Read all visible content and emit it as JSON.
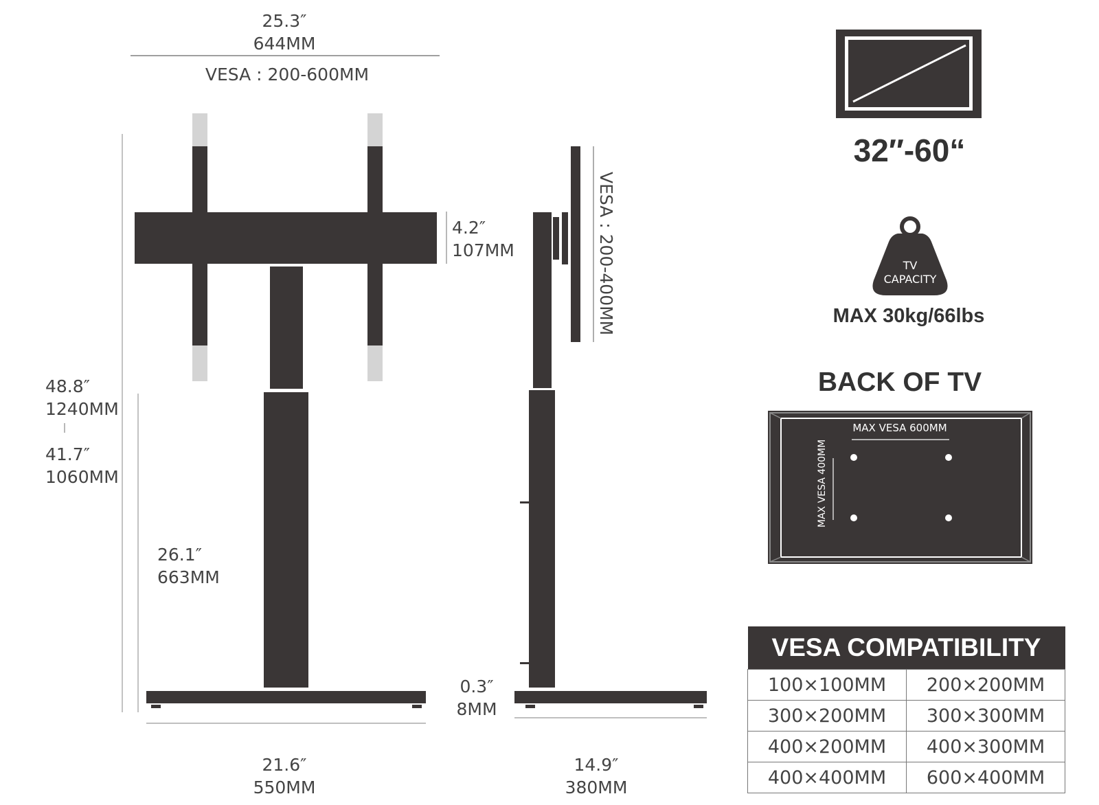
{
  "dimensions": {
    "top_width_in": "25.3″",
    "top_width_mm": "644MM",
    "vesa_range": "VESA : 200-600MM",
    "bracket_height_in": "4.2″",
    "bracket_height_mm": "107MM",
    "side_vesa_range": "VESA : 200-400MM",
    "total_height_max_in": "48.8″",
    "total_height_max_mm": "1240MM",
    "total_height_min_in": "41.7″",
    "total_height_min_mm": "1060MM",
    "column_height_in": "26.1″",
    "column_height_mm": "663MM",
    "base_thickness_in": "0.3″",
    "base_thickness_mm": "8MM",
    "base_width_in": "21.6″",
    "base_width_mm": "550MM",
    "base_depth_in": "14.9″",
    "base_depth_mm": "380MM"
  },
  "screen_size": "32″-60“",
  "capacity": {
    "badge_line1": "TV",
    "badge_line2": "CAPACITY",
    "text": "MAX 30kg/66lbs"
  },
  "back_of_tv": {
    "title": "BACK OF TV",
    "max_vesa_h": "MAX VESA 600MM",
    "max_vesa_v": "MAX VESA 400MM"
  },
  "vesa_table": {
    "title": "VESA COMPATIBILITY",
    "rows": [
      [
        "100×100MM",
        "200×200MM"
      ],
      [
        "300×200MM",
        "300×300MM"
      ],
      [
        "400×200MM",
        "400×300MM"
      ],
      [
        "400×400MM",
        "600×400MM"
      ]
    ]
  },
  "colors": {
    "dark": "#3a3636",
    "light_grey": "#d4d4d4",
    "line": "#777777"
  }
}
